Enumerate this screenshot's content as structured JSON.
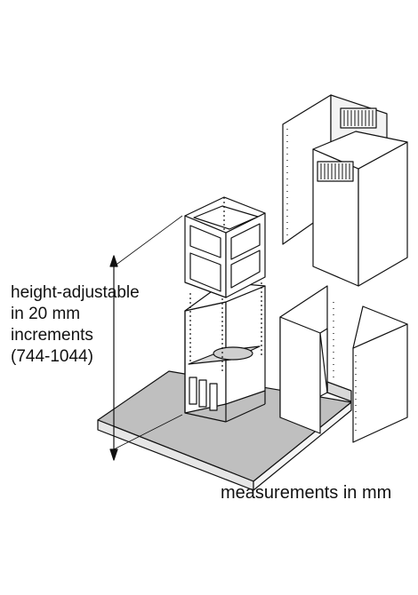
{
  "annotation": {
    "line1": "height-adjustable",
    "line2": "in 20 mm",
    "line3": "increments",
    "line4": "(744-1044)"
  },
  "footer": {
    "measurements": "measurements in mm"
  }
}
